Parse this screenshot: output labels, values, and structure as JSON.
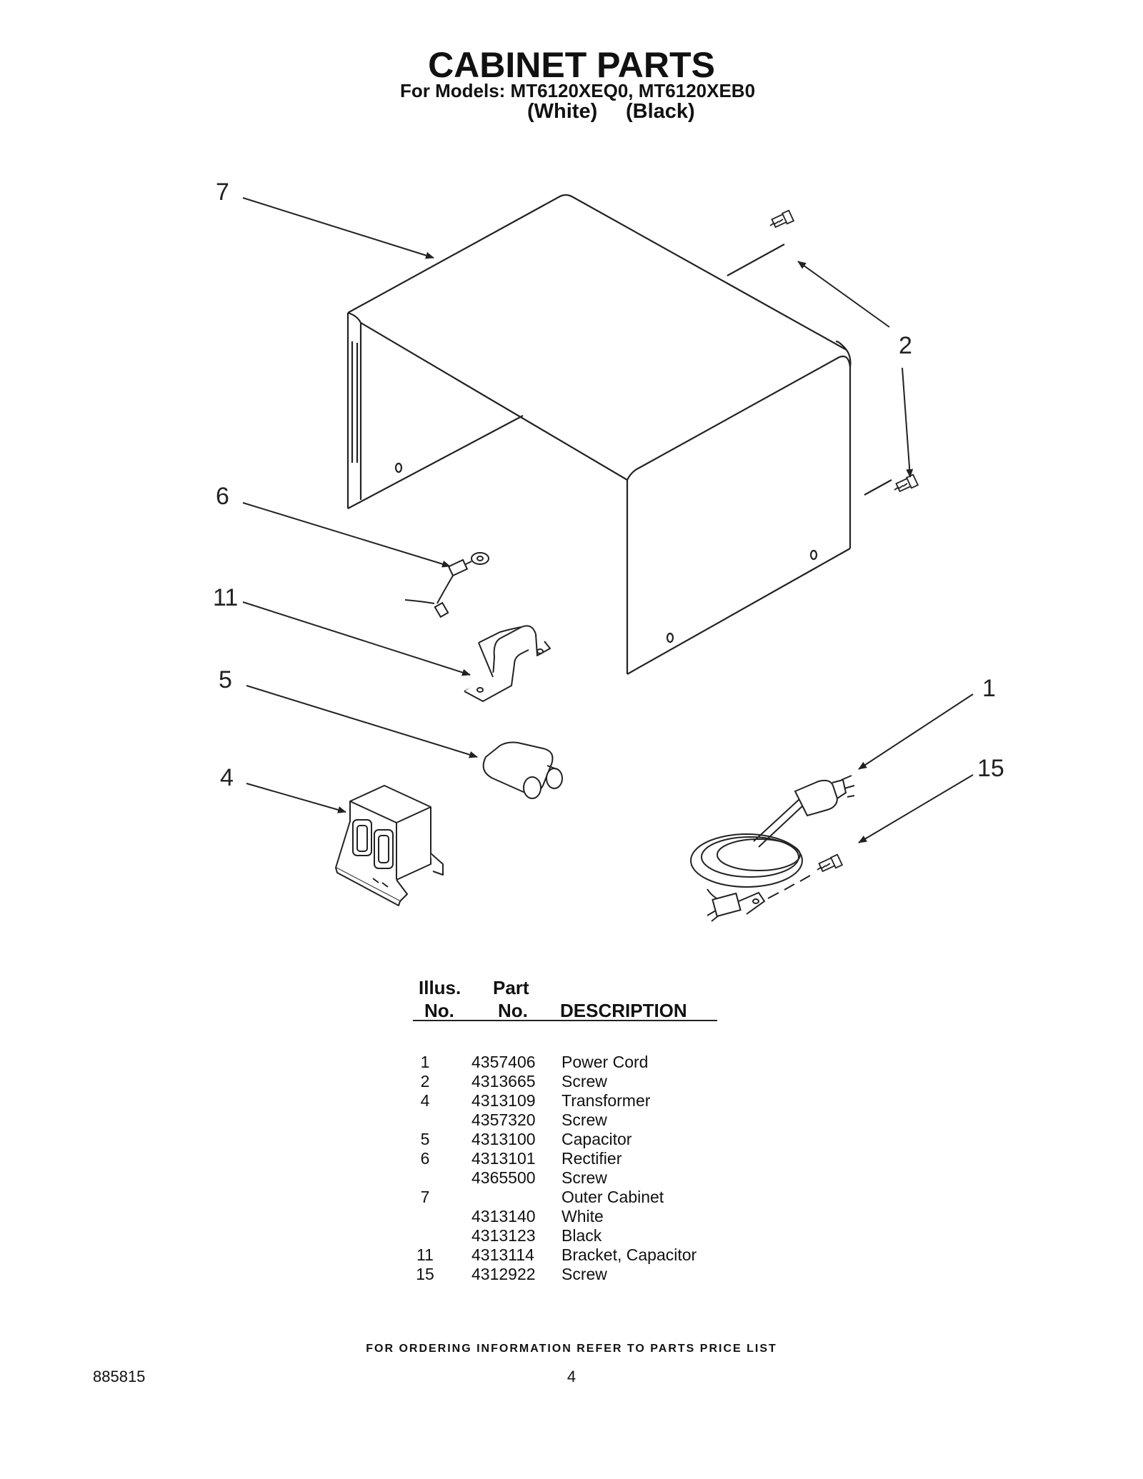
{
  "header": {
    "title": "CABINET PARTS",
    "models": "For Models: MT6120XEQ0, MT6120XEB0",
    "color_white": "(White)",
    "color_black": "(Black)"
  },
  "diagram": {
    "callouts": [
      "7",
      "2",
      "6",
      "11",
      "5",
      "1",
      "15",
      "4"
    ],
    "parts_drawn": [
      "outer-cabinet",
      "screw",
      "screw",
      "rectifier",
      "capacitor-bracket",
      "capacitor",
      "transformer",
      "power-cord",
      "screw"
    ]
  },
  "table": {
    "headers": {
      "illus_line1": "Illus.",
      "illus_line2": "No.",
      "part_line1": "Part",
      "part_line2": "No.",
      "description": "DESCRIPTION"
    },
    "rows": [
      {
        "illus": "1",
        "part": "4357406",
        "description": "Power Cord"
      },
      {
        "illus": "2",
        "part": "4313665",
        "description": "Screw"
      },
      {
        "illus": "4",
        "part": "4313109",
        "description": "Transformer"
      },
      {
        "illus": "",
        "part": "4357320",
        "description": "Screw"
      },
      {
        "illus": "5",
        "part": "4313100",
        "description": "Capacitor"
      },
      {
        "illus": "6",
        "part": "4313101",
        "description": "Rectifier"
      },
      {
        "illus": "",
        "part": "4365500",
        "description": "Screw"
      },
      {
        "illus": "7",
        "part": "",
        "description": "Outer Cabinet"
      },
      {
        "illus": "",
        "part": "4313140",
        "description": "White"
      },
      {
        "illus": "",
        "part": "4313123",
        "description": "Black"
      },
      {
        "illus": "11",
        "part": "4313114",
        "description": "Bracket, Capacitor"
      },
      {
        "illus": "15",
        "part": "4312922",
        "description": "Screw"
      }
    ]
  },
  "footer": {
    "ordering_note": "FOR ORDERING INFORMATION REFER TO PARTS PRICE LIST",
    "doc_number": "885815",
    "page_number": "4"
  }
}
